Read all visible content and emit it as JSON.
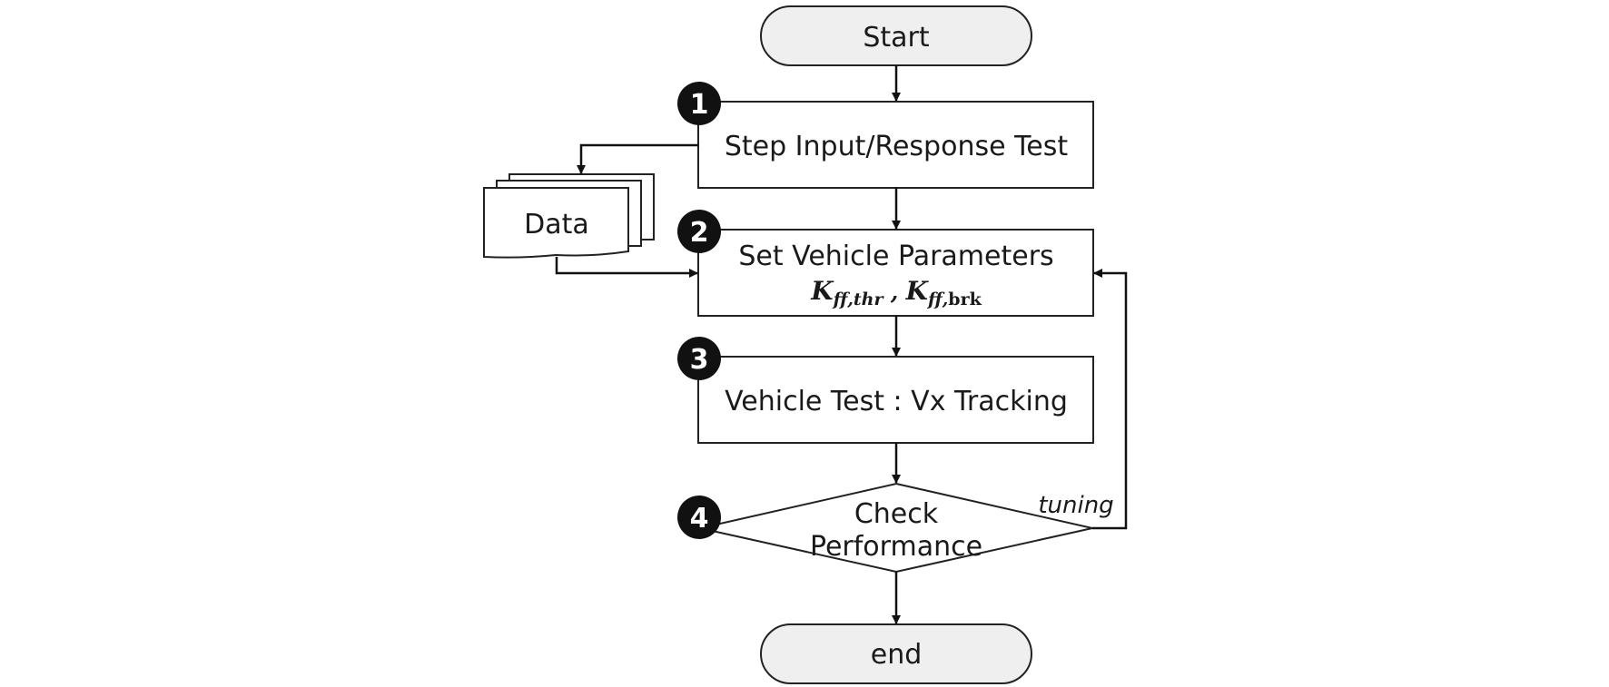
{
  "nodes": {
    "start": "Start",
    "step1": "Step Input/Response Test",
    "data": "Data",
    "step2": "Set Vehicle Parameters",
    "step2_formula": {
      "sym1": "K",
      "sub1": "ff,thr",
      "sep": " , ",
      "sym2": "K",
      "sub2a": "ff,",
      "sub2b": "brk"
    },
    "step3": "Vehicle Test : Vx Tracking",
    "decision_line1": "Check",
    "decision_line2": "Performance",
    "end": "end"
  },
  "badges": [
    "1",
    "2",
    "3",
    "4"
  ],
  "edges": {
    "loop_label": "tuning"
  }
}
